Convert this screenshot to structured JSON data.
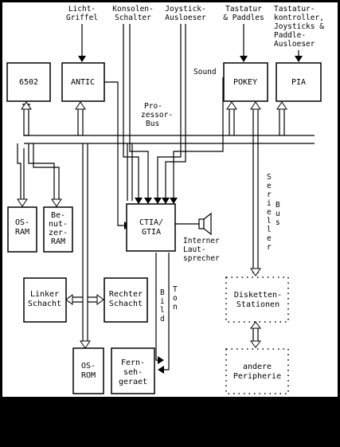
{
  "inputs": {
    "light_pen": [
      "Licht-",
      "Griffel"
    ],
    "console_switches": [
      "Konsolen-",
      "Schalter"
    ],
    "joystick_trigger": [
      "Joystick-",
      "Ausloeser"
    ],
    "keyboard_paddles": [
      "Tastatur",
      "& Paddles"
    ],
    "controllers": [
      "Tastatur-",
      "kontroller,",
      "Joysticks &",
      "Paddle-",
      "Ausloeser"
    ]
  },
  "blocks": {
    "cpu": "6502",
    "antic": "ANTIC",
    "pokey": "POKEY",
    "pia": "PIA",
    "os_ram": [
      "OS-",
      "RAM"
    ],
    "user_ram": [
      "Be-",
      "nut-",
      "zer-",
      "RAM"
    ],
    "gtia": [
      "CTIA/",
      "GTIA"
    ],
    "left_slot": [
      "Linker",
      "Schacht"
    ],
    "right_slot": [
      "Rechter",
      "Schacht"
    ],
    "os_rom": [
      "OS-",
      "ROM"
    ],
    "tv": [
      "Fern-",
      "seh-",
      "geraet"
    ],
    "disk_stations": [
      "Disketten-",
      "Stationen"
    ],
    "other_peripherals": [
      "andere",
      "Peripherie"
    ]
  },
  "labels": {
    "sound": "Sound",
    "processor_bus": [
      "Pro-",
      "zessor-",
      "Bus"
    ],
    "serial_bus": [
      "S",
      "e",
      "r",
      "i",
      "e",
      "l",
      "l",
      "e",
      "r",
      "B",
      "u",
      "s"
    ],
    "internal_speaker": [
      "Interner",
      "Laut-",
      "sprecher"
    ],
    "picture": [
      "B",
      "i",
      "l",
      "d"
    ],
    "tone": [
      "T",
      "o",
      "n"
    ]
  }
}
